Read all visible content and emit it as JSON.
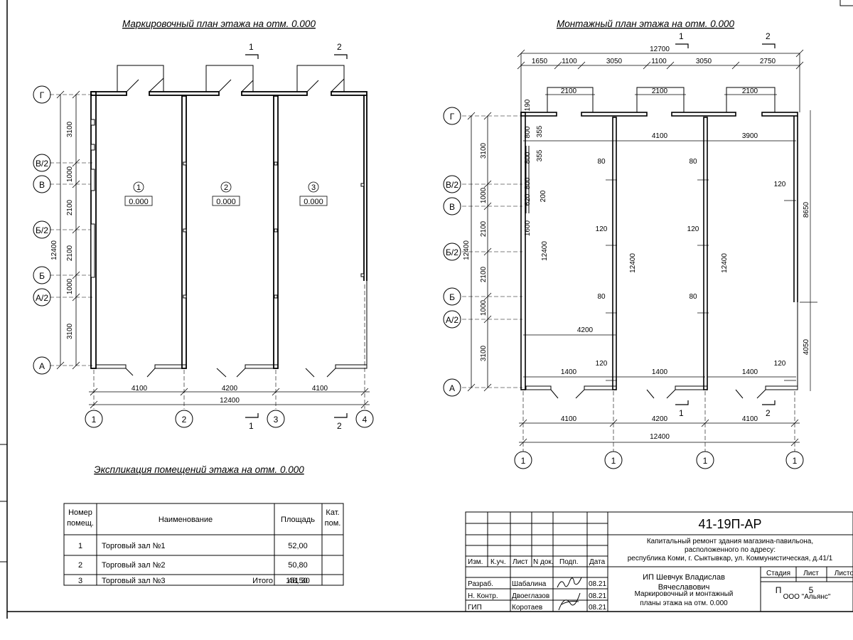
{
  "titles": {
    "marking_plan": "Маркировочный план этажа на отм. 0.000",
    "mounting_plan": "Монтажный план этажа на отм. 0.000",
    "explication": "Экспликация помещений этажа на отм. 0.000"
  },
  "axes": {
    "letters": [
      "Г",
      "В/2",
      "В",
      "Б/2",
      "Б",
      "А/2",
      "А"
    ],
    "numbers": [
      "1",
      "2",
      "3",
      "4"
    ],
    "mount_numbers": [
      "1",
      "1",
      "1",
      "1"
    ]
  },
  "section_marks": {
    "one": "1",
    "two": "2"
  },
  "plan_left": {
    "vert_dims": [
      "3100",
      "1000",
      "2100",
      "2100",
      "1000",
      "3100"
    ],
    "overall_vert": "12400",
    "horiz_dims": [
      "4100",
      "4200",
      "4100"
    ],
    "overall_horiz": "12400",
    "rooms": [
      {
        "num": "1",
        "level": "0.000"
      },
      {
        "num": "2",
        "level": "0.000"
      },
      {
        "num": "3",
        "level": "0.000"
      }
    ]
  },
  "plan_right": {
    "top_overall": "12700",
    "top_dims": [
      "1650",
      "1100",
      "3050",
      "1100",
      "3050",
      "2750"
    ],
    "door_dims": [
      "2100",
      "2100",
      "2100"
    ],
    "vert_dims": [
      "3100",
      "1000",
      "2100",
      "2100",
      "1000",
      "3100"
    ],
    "overall_vert": "12400",
    "inner_dims": {
      "d190": "190",
      "d800": "800",
      "d355": "355",
      "d620": "620",
      "d200": "200",
      "d1600": "1600",
      "d12400": "12400",
      "d4100": "4100",
      "d3900": "3900",
      "d4200": "4200",
      "d8650": "8650",
      "d4050": "4050",
      "d1400": "1400",
      "d80": "80",
      "d120": "120"
    },
    "bottom_dims": [
      "4100",
      "4200",
      "4100"
    ],
    "overall_horiz": "12400"
  },
  "explication": {
    "headers": {
      "num": "Номер помещ.",
      "name": "Наименование",
      "area": "Площадь",
      "cat": "Кат. пом."
    },
    "rows": [
      {
        "num": "1",
        "name": "Торговый зал №1",
        "area": "52,00"
      },
      {
        "num": "2",
        "name": "Торговый зал №2",
        "area": "50,80"
      },
      {
        "num": "3",
        "name": "Торговый зал №3",
        "area": "48,50"
      }
    ],
    "total_label": "Итого",
    "total_value": "151.30"
  },
  "title_block": {
    "code": "41-19П-АР",
    "project": [
      "Капитальный ремонт здания магазина-павильона,",
      "расположенного по адресу:",
      "республика Коми, г. Сыктывкар, ул. Коммунистическая, д.41/1"
    ],
    "col_heads": [
      "Изм.",
      "К.уч.",
      "Лист",
      "N док.",
      "Подп.",
      "Дата"
    ],
    "razrab_label": "Разраб.",
    "razrab_name": "Шабалина",
    "razrab_date": "08.21",
    "nkontr_label": "Н. Контр.",
    "nkontr_name": "Двоеглазов",
    "nkontr_date": "08.21",
    "gip_label": "ГИП",
    "gip_name": "Коротаев",
    "gip_date": "08.21",
    "org_line1": "ИП Шевчук Владислав",
    "org_line2": "Вячеславович",
    "stage_head": "Стадия",
    "sheet_head": "Лист",
    "sheets_head": "Листов",
    "stage": "П",
    "sheet": "5",
    "drawing_title": [
      "Маркировочный и монтажный",
      "планы этажа на отм. 0.000"
    ],
    "company": "ООО \"Альянс\""
  }
}
